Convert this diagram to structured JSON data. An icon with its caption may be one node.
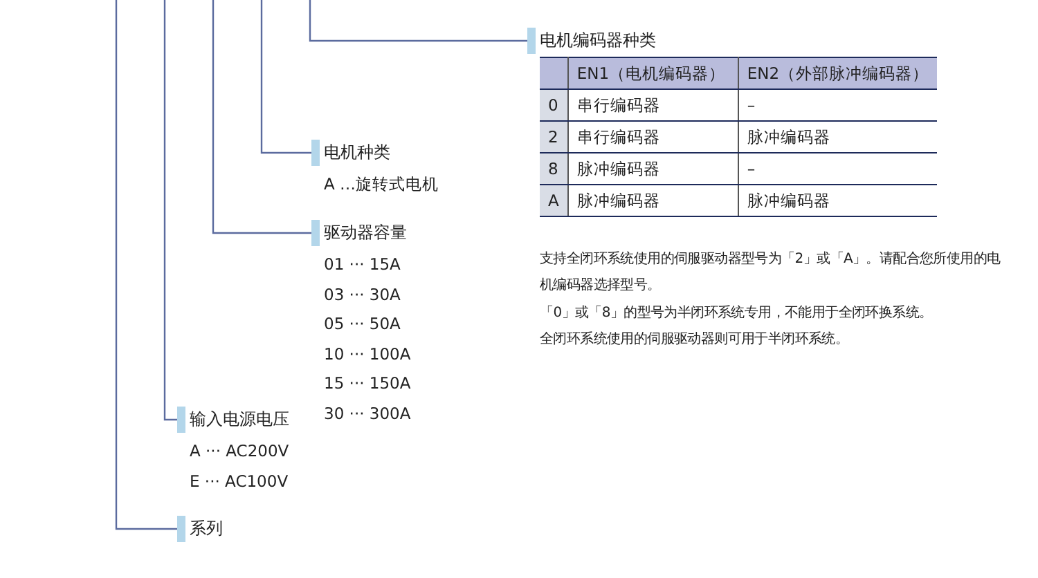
{
  "diagram": {
    "nodes": [
      {
        "text": [
          "电机编码器种类"
        ]
      },
      {
        "text": [
          "电机种类"
        ],
        "beside": [
          "A …旋转式电机"
        ]
      },
      {
        "text": [
          "驱动器容量"
        ],
        "beside": [
          "01 ··· 15A",
          "03 ··· 30A",
          "05 ··· 50A",
          "10 ··· 100A",
          "15 ··· 150A",
          "30 ··· 300A"
        ]
      },
      {
        "text": [
          "输入电源电压"
        ],
        "beside": [
          "A ··· AC200V",
          "E ··· AC100V"
        ]
      },
      {
        "text": [
          "系列"
        ]
      }
    ],
    "edges": [
      {
        "from": null,
        "to": 0,
        "arrow": "none"
      },
      {
        "from": null,
        "to": 1,
        "arrow": "none"
      },
      {
        "from": null,
        "to": 2,
        "arrow": "none"
      },
      {
        "from": null,
        "to": 3,
        "arrow": "none"
      },
      {
        "from": null,
        "to": 4,
        "arrow": "none"
      }
    ],
    "labels": [
      "EN1（电机编码器）",
      "EN2（外部脉冲编码器）",
      "0",
      "串行编码器",
      "–",
      "2",
      "串行编码器",
      "脉冲编码器",
      "8",
      "脉冲编码器",
      "–",
      "A",
      "脉冲编码器",
      "脉冲编码器",
      "支持全闭环系统使用的伺服驱动器型号为「2」或「A」。请配合您所使用的电机编码器选择型号。",
      "「0」或「8」的型号为半闭环系统专用，不能用于全闭环换系统。",
      "全闭环系统使用的伺服驱动器则可用于半闭环系统。"
    ]
  }
}
